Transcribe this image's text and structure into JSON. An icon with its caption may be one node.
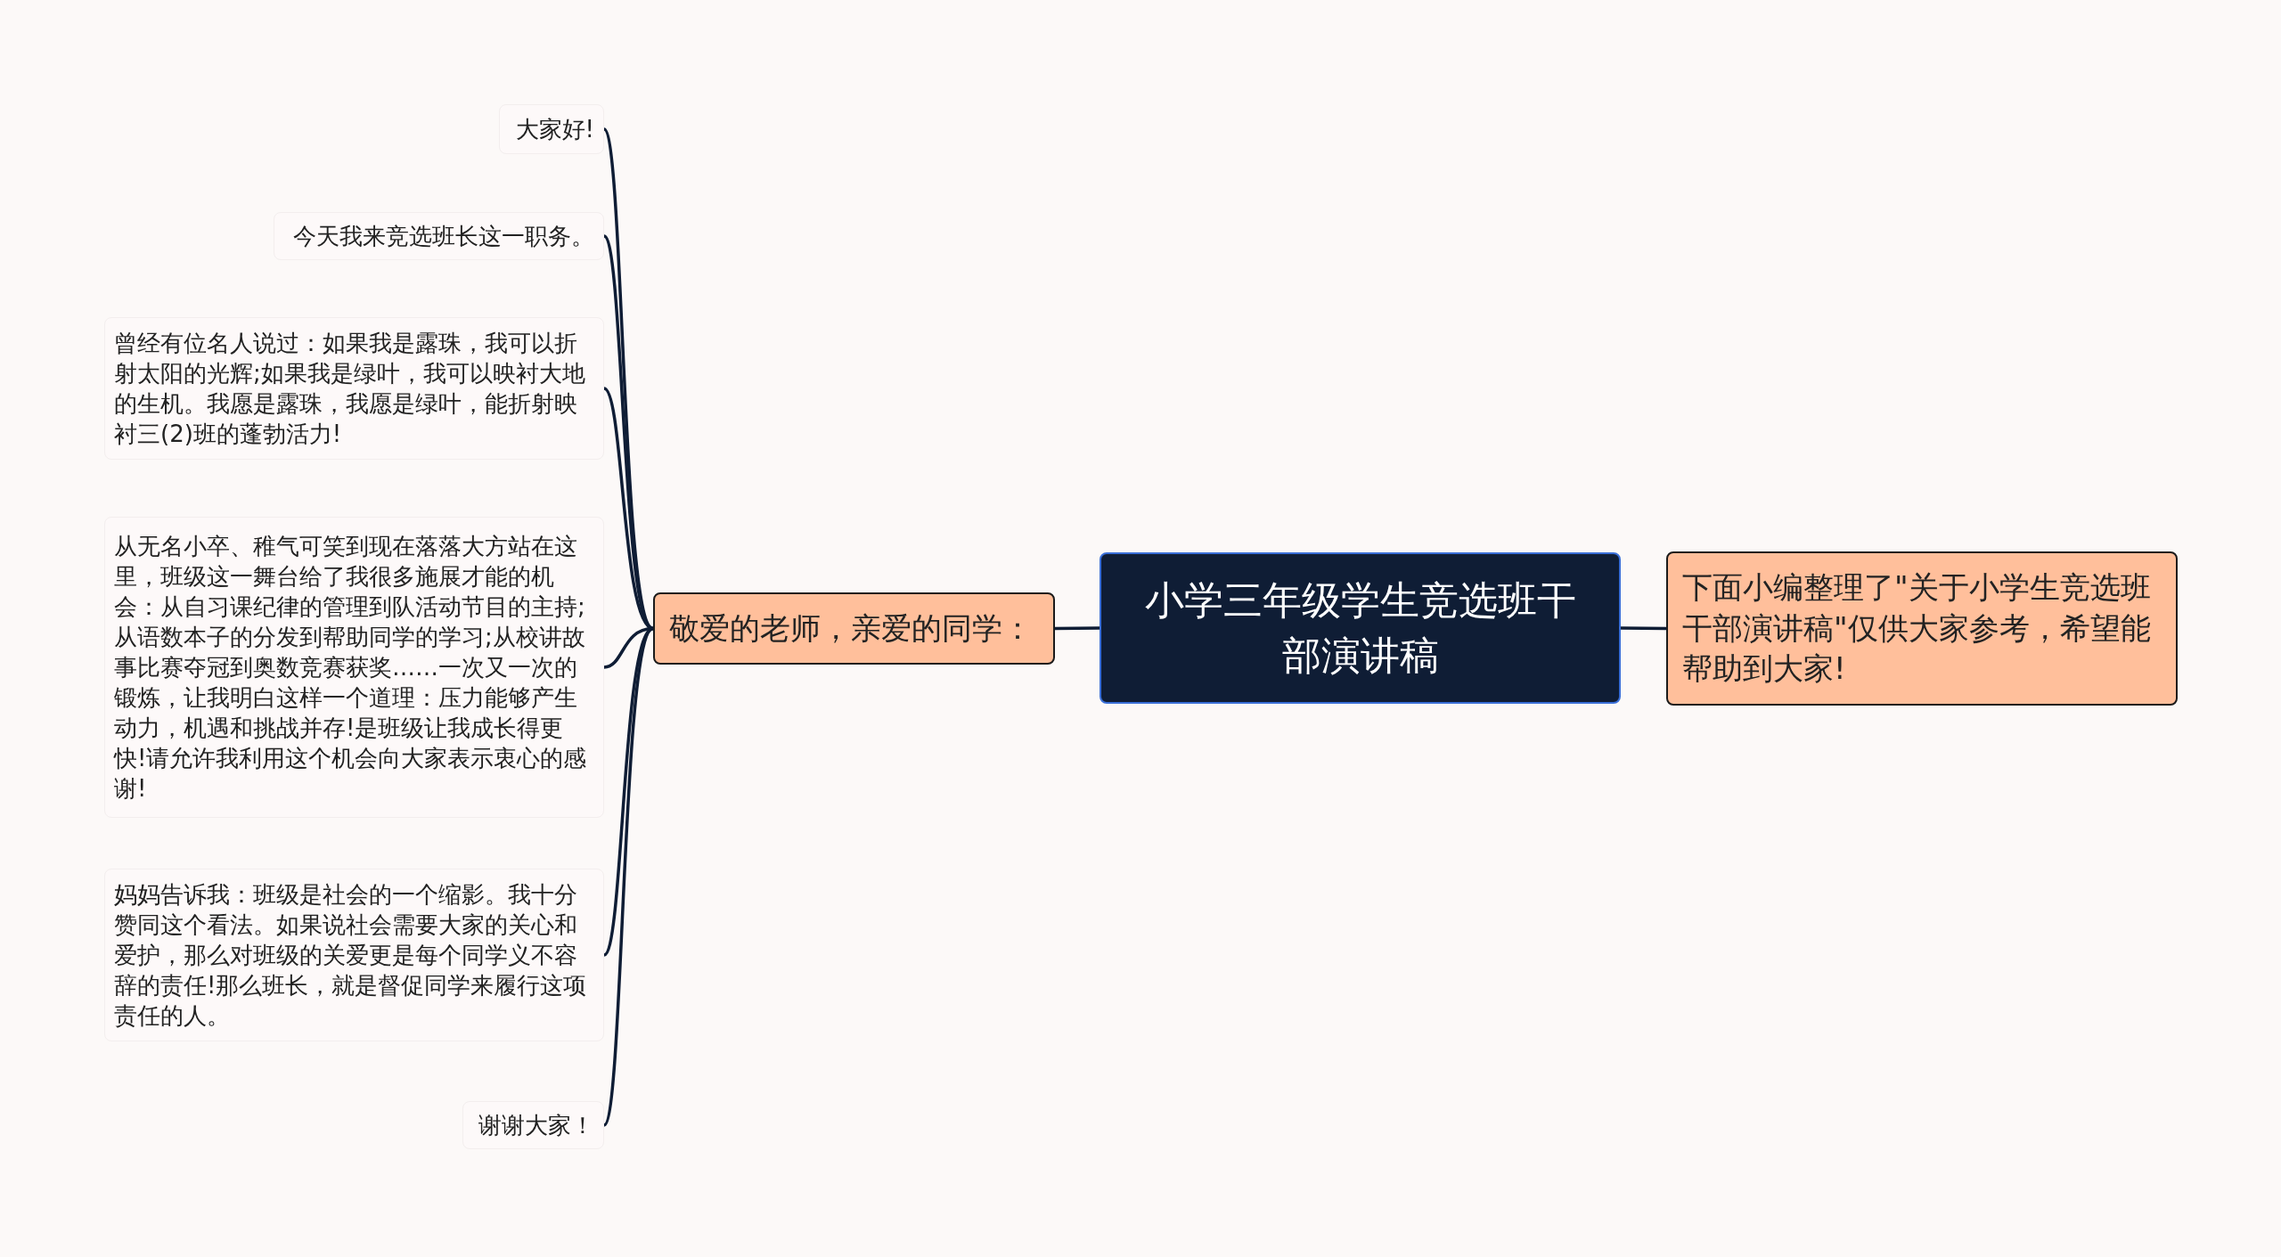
{
  "diagram": {
    "nodes": [
      {
        "text": [
          "小学三年级学生竞选班干部演讲稿"
        ]
      },
      {
        "text": [
          "敬爱的老师，亲爱的同学："
        ]
      },
      {
        "text": [
          "下面小编整理了\"关于小学生竞选班干部演讲稿\"仅供大家参考，希望能帮助到大家!"
        ]
      },
      {
        "text": [
          "大家好!"
        ]
      },
      {
        "text": [
          "今天我来竞选班长这一职务。"
        ]
      },
      {
        "text": [
          "曾经有位名人说过：如果我是露珠，我可以折射太阳的光辉;如果我是绿叶，我可以映衬大地的生机。我愿是露珠，我愿是绿叶，能折射映衬三(2)班的蓬勃活力!"
        ]
      },
      {
        "text": [
          "从无名小卒、稚气可笑到现在落落大方站在这里，班级这一舞台给了我很多施展才能的机会：从自习课纪律的管理到队活动节目的主持;从语数本子的分发到帮助同学的学习;从校讲故事比赛夺冠到奥数竞赛获奖……一次又一次的锻炼，让我明白这样一个道理：压力能够产生动力，机遇和挑战并存!是班级让我成长得更快!请允许我利用这个机会向大家表示衷心的感谢!"
        ]
      },
      {
        "text": [
          "妈妈告诉我：班级是社会的一个缩影。我十分赞同这个看法。如果说社会需要大家的关心和爱护，那么对班级的关爱更是每个同学义不容辞的责任!那么班长，就是督促同学来履行这项责任的人。"
        ]
      },
      {
        "text": [
          "谢谢大家！"
        ]
      }
    ],
    "edges": [
      {
        "from": 0,
        "to": 1,
        "arrow": "none"
      },
      {
        "from": 0,
        "to": 2,
        "arrow": "none"
      },
      {
        "from": 1,
        "to": 3,
        "arrow": "none"
      },
      {
        "from": 1,
        "to": 4,
        "arrow": "none"
      },
      {
        "from": 1,
        "to": 5,
        "arrow": "none"
      },
      {
        "from": 1,
        "to": 6,
        "arrow": "none"
      },
      {
        "from": 1,
        "to": 7,
        "arrow": "none"
      },
      {
        "from": 1,
        "to": 8,
        "arrow": "none"
      }
    ]
  }
}
